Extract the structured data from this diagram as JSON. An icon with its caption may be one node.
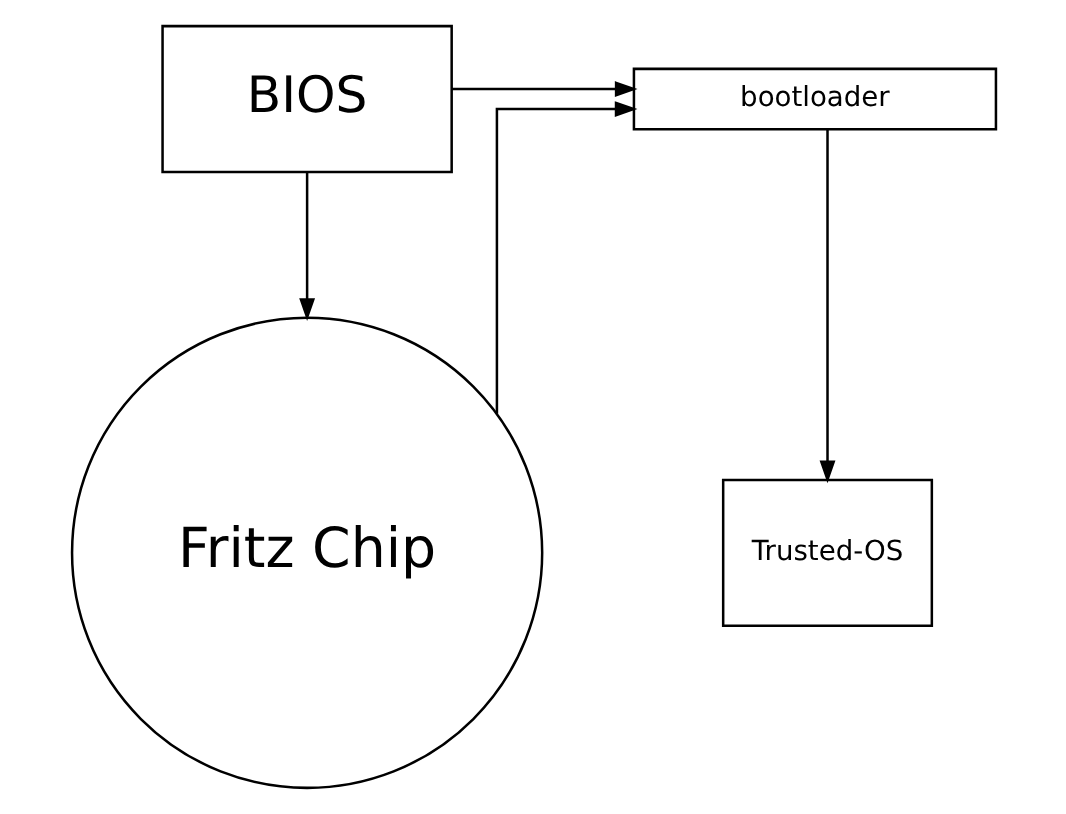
{
  "diagram": {
    "nodes": [
      {
        "text": [
          "BIOS"
        ]
      },
      {
        "text": [
          "bootloader"
        ]
      },
      {
        "text": [
          "Fritz Chip"
        ]
      },
      {
        "text": [
          "Trusted-OS"
        ]
      }
    ],
    "edges": [
      {
        "from": 0,
        "to": 1,
        "arrow": "to"
      },
      {
        "from": 0,
        "to": 2,
        "arrow": "to"
      },
      {
        "from": 2,
        "to": 1,
        "arrow": "to"
      },
      {
        "from": 1,
        "to": 3,
        "arrow": "to"
      }
    ]
  }
}
